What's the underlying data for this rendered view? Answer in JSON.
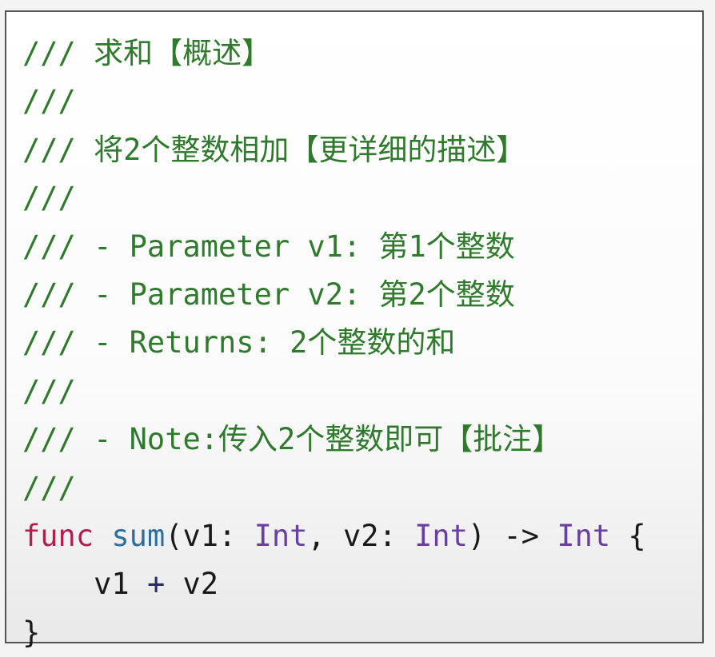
{
  "colors": {
    "comment": "#2f7a2c",
    "keyword": "#b0204e",
    "function": "#2c6f9e",
    "type": "#6a3fa0",
    "plain": "#1a1a1a"
  },
  "lines": [
    [
      {
        "t": "comment",
        "s": "/// 求和【概述】"
      }
    ],
    [
      {
        "t": "comment",
        "s": "///"
      }
    ],
    [
      {
        "t": "comment",
        "s": "/// 将2个整数相加【更详细的描述】"
      }
    ],
    [
      {
        "t": "comment",
        "s": "///"
      }
    ],
    [
      {
        "t": "comment",
        "s": "/// - Parameter v1: 第1个整数"
      }
    ],
    [
      {
        "t": "comment",
        "s": "/// - Parameter v2: 第2个整数"
      }
    ],
    [
      {
        "t": "comment",
        "s": "/// - Returns: 2个整数的和"
      }
    ],
    [
      {
        "t": "comment",
        "s": "///"
      }
    ],
    [
      {
        "t": "comment",
        "s": "/// - Note:传入2个整数即可【批注】"
      }
    ],
    [
      {
        "t": "comment",
        "s": "///"
      }
    ],
    [
      {
        "t": "kw",
        "s": "func"
      },
      {
        "t": "plain",
        "s": " "
      },
      {
        "t": "fn",
        "s": "sum"
      },
      {
        "t": "plain",
        "s": "(v1: "
      },
      {
        "t": "type",
        "s": "Int"
      },
      {
        "t": "plain",
        "s": ", v2: "
      },
      {
        "t": "type",
        "s": "Int"
      },
      {
        "t": "plain",
        "s": ") -> "
      },
      {
        "t": "type",
        "s": "Int"
      },
      {
        "t": "plain",
        "s": " {"
      }
    ],
    [
      {
        "t": "plain",
        "s": "    v1 "
      },
      {
        "t": "op",
        "s": "+"
      },
      {
        "t": "plain",
        "s": " v2"
      }
    ],
    [
      {
        "t": "plain",
        "s": "}"
      }
    ]
  ]
}
